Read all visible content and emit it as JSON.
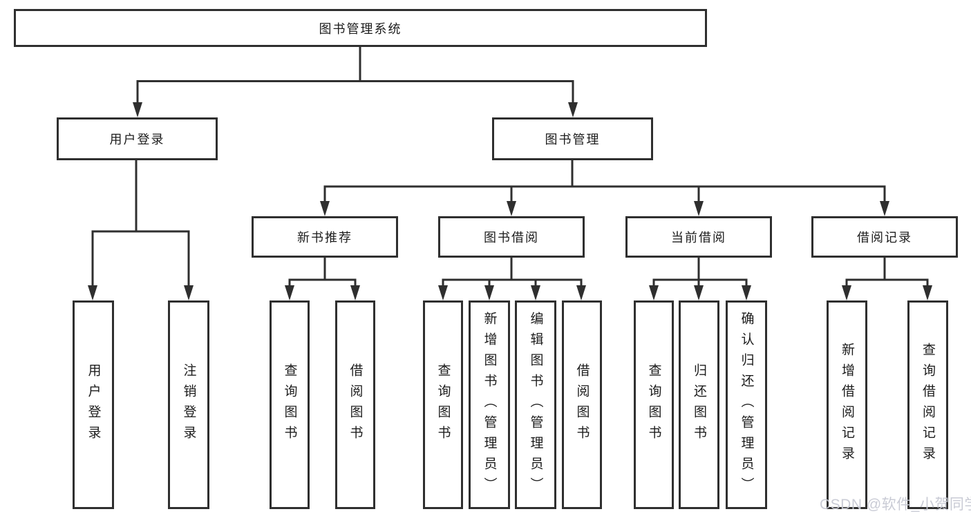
{
  "diagram": {
    "type": "hierarchy-tree",
    "orientation": "top-down",
    "leaf_text_direction": "vertical"
  },
  "tree": {
    "label": "图书管理系统",
    "children": [
      {
        "label": "用户登录",
        "children": [
          {
            "label": "用户登录"
          },
          {
            "label": "注销登录"
          }
        ]
      },
      {
        "label": "图书管理",
        "children": [
          {
            "label": "新书推荐",
            "children": [
              {
                "label": "查询图书"
              },
              {
                "label": "借阅图书"
              }
            ]
          },
          {
            "label": "图书借阅",
            "children": [
              {
                "label": "查询图书"
              },
              {
                "label": "新增图书（管理员）"
              },
              {
                "label": "编辑图书（管理员）"
              },
              {
                "label": "借阅图书"
              }
            ]
          },
          {
            "label": "当前借阅",
            "children": [
              {
                "label": "查询图书"
              },
              {
                "label": "归还图书"
              },
              {
                "label": "确认归还（管理员）"
              }
            ]
          },
          {
            "label": "借阅记录",
            "children": [
              {
                "label": "新增借阅记录"
              },
              {
                "label": "查询借阅记录"
              }
            ]
          }
        ]
      }
    ]
  },
  "watermark": {
    "text": "CSDN @软件_小贺同学"
  },
  "colors": {
    "line": "#2f2f2f",
    "box_border": "#2f2f2f",
    "box_background": "#ffffff",
    "text": "#1c1c1c",
    "page_background": "#ffffff",
    "watermark": "#c6c8d3"
  }
}
